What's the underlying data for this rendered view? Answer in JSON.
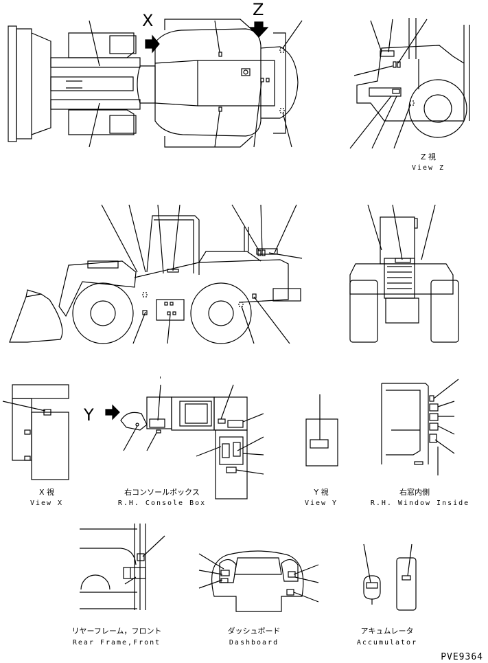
{
  "markers": {
    "x": "X",
    "y": "Y",
    "z": "Z",
    "tick": "'"
  },
  "views": {
    "z": {
      "jp": "Z 視",
      "en": "View Z"
    },
    "x": {
      "jp": "X 視",
      "en": "View X"
    },
    "console": {
      "jp": "右コンソールボックス",
      "en": "R.H. Console Box"
    },
    "y": {
      "jp": "Y 視",
      "en": "View Y"
    },
    "window": {
      "jp": "右窓内側",
      "en": "R.H. Window Inside"
    },
    "rear_frame": {
      "jp": "リヤーフレーム，フロント",
      "en": "Rear Frame,Front"
    },
    "dashboard": {
      "jp": "ダッシュボード",
      "en": "Dashboard"
    },
    "accumulator": {
      "jp": "アキュムレータ",
      "en": "Accumulator"
    }
  },
  "drawing_code": "PVE9364"
}
